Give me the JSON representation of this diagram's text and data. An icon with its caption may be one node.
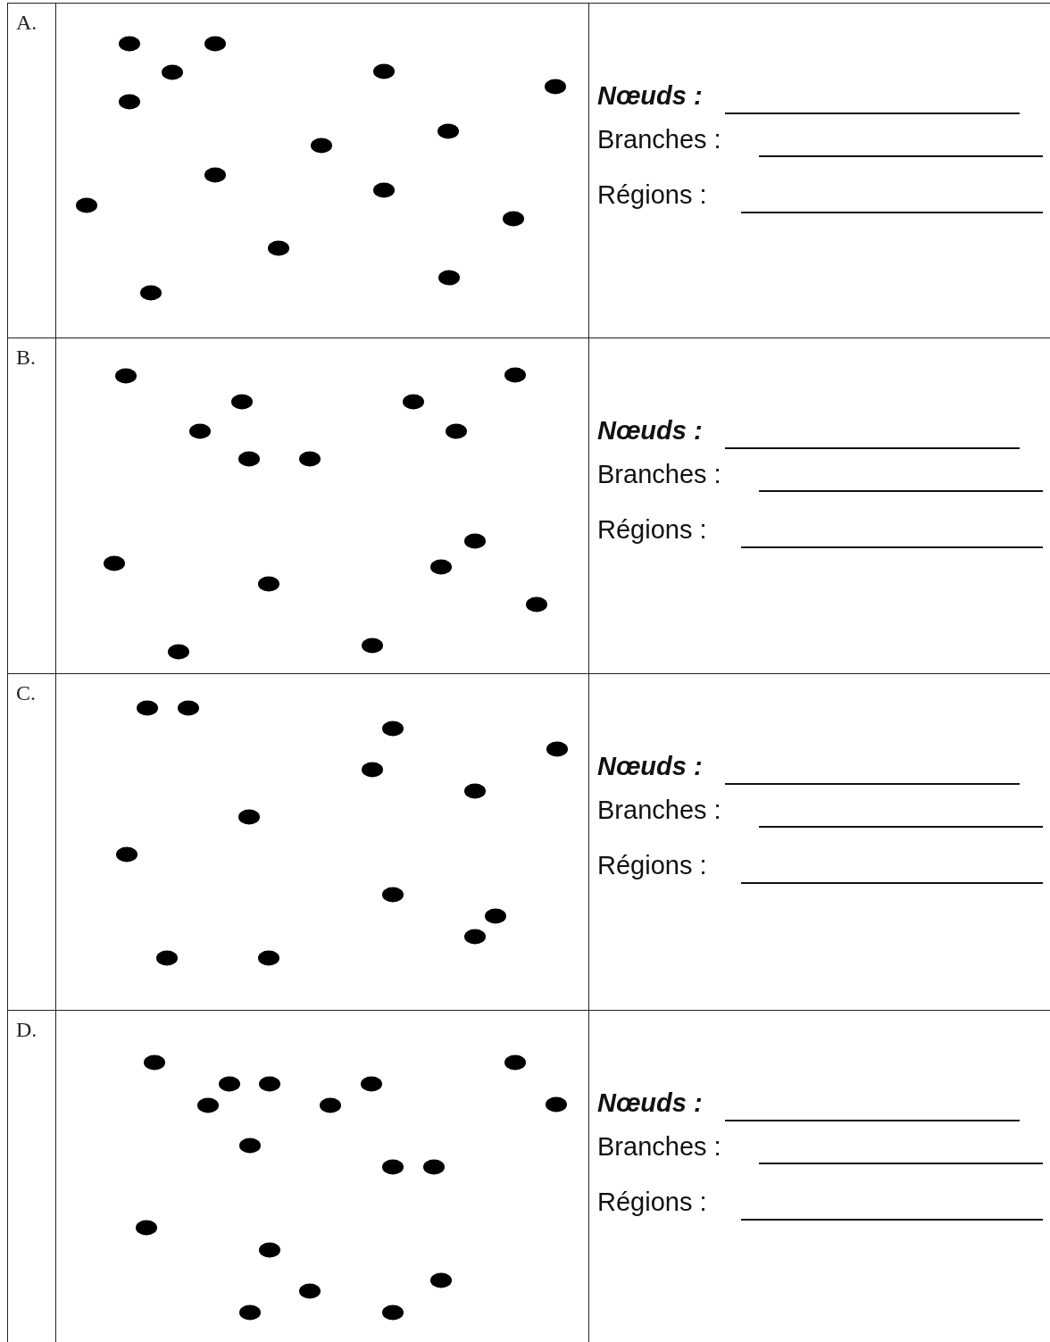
{
  "diagram": {
    "labels": [
      "A.",
      "Nœuds :",
      "Branches :",
      "Régions :",
      "B.",
      "Nœuds :",
      "Branches :",
      "Régions :",
      "C.",
      "Nœuds :",
      "Branches :",
      "Régions :",
      "D.",
      "Nœuds :",
      "Branches :",
      "Régions :"
    ]
  }
}
